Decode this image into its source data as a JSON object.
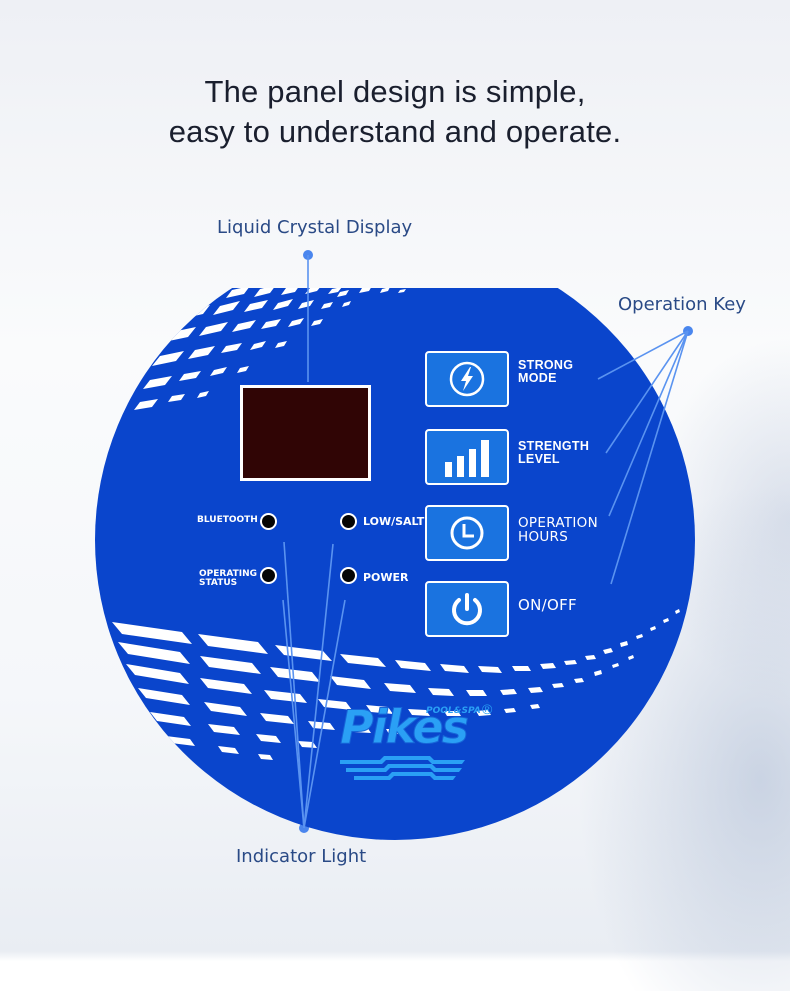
{
  "headline": {
    "line1": "The panel design is simple,",
    "line2": "easy to understand and operate."
  },
  "callouts": {
    "lcd": "Liquid Crystal Display",
    "operation_key": "Operation Key",
    "indicator_light": "Indicator Light"
  },
  "panel": {
    "keys": [
      {
        "icon": "lightning-icon",
        "line1": "STRONG",
        "line2": "MODE"
      },
      {
        "icon": "signal-bars-icon",
        "line1": "STRENGTH",
        "line2": "LEVEL"
      },
      {
        "icon": "clock-icon",
        "line1": "OPERATION",
        "line2": "HOURS"
      },
      {
        "icon": "power-icon",
        "line1": "ON/OFF",
        "line2": ""
      }
    ],
    "indicators": [
      {
        "label1": "BLUETOOTH",
        "label2": ""
      },
      {
        "label1": "LOW/SALT",
        "label2": ""
      },
      {
        "label1": "OPERATING",
        "label2": "STATUS"
      },
      {
        "label1": "POWER",
        "label2": ""
      }
    ],
    "logo": {
      "brand": "Pikes",
      "sub": "POOL&SPA",
      "registered": "®"
    }
  },
  "colors": {
    "panel_blue": "#0a45cc",
    "key_blue": "#1a73e0",
    "lcd": "#300505",
    "callout_text": "#2a4a86",
    "leader_line": "#4a86ee",
    "logo": "#2aa0f5"
  }
}
